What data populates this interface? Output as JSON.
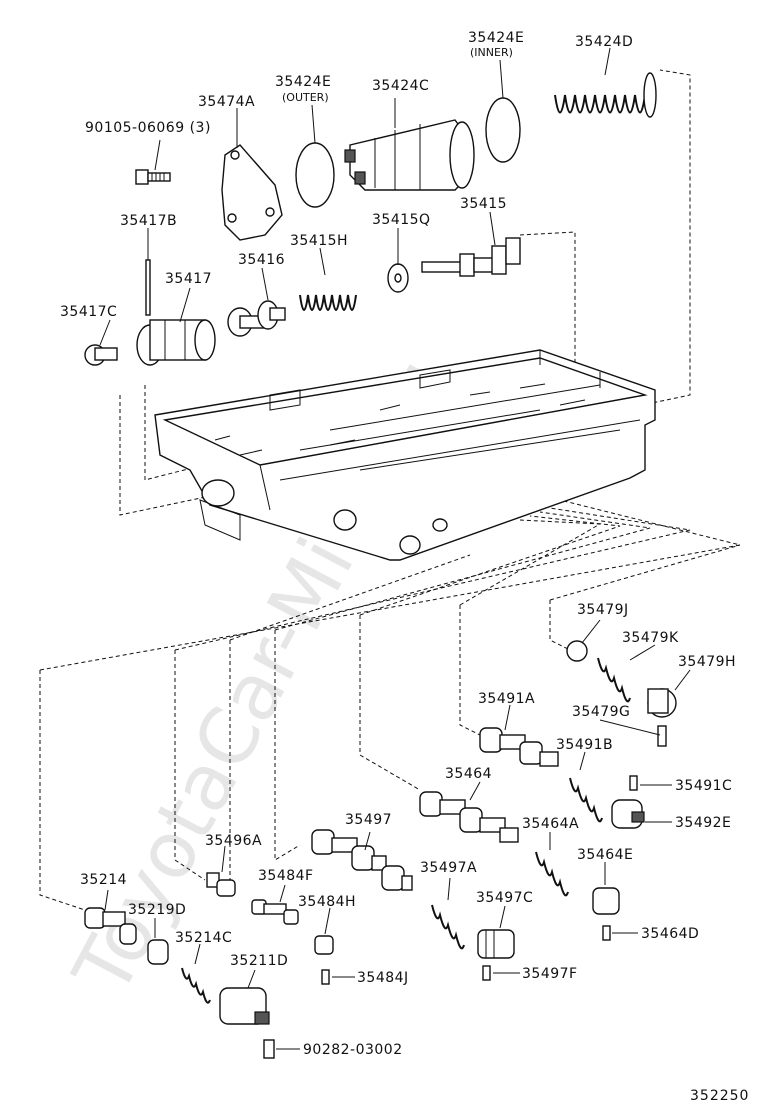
{
  "watermark": "ToyotaCar-Mine.ru",
  "diagram_ref": "352250",
  "parts": {
    "p90105": "90105-06069 (3)",
    "p35474A": "35474A",
    "p35424E_outer": "35424E",
    "p35424E_outer_note": "(OUTER)",
    "p35424C": "35424C",
    "p35424E_inner": "35424E",
    "p35424E_inner_note": "(INNER)",
    "p35424D": "35424D",
    "p35417B": "35417B",
    "p35417": "35417",
    "p35416": "35416",
    "p35415H": "35415H",
    "p35415Q": "35415Q",
    "p35415": "35415",
    "p35417C": "35417C",
    "p35479J": "35479J",
    "p35479K": "35479K",
    "p35479H": "35479H",
    "p35479G": "35479G",
    "p35491A": "35491A",
    "p35491B": "35491B",
    "p35491C": "35491C",
    "p35492E": "35492E",
    "p35464": "35464",
    "p35464A": "35464A",
    "p35464E": "35464E",
    "p35464D": "35464D",
    "p35497": "35497",
    "p35497A": "35497A",
    "p35497C": "35497C",
    "p35497F": "35497F",
    "p35496A": "35496A",
    "p35484F": "35484F",
    "p35484H": "35484H",
    "p35484J": "35484J",
    "p35214": "35214",
    "p35219D": "35219D",
    "p35214C": "35214C",
    "p35211D": "35211D",
    "p90282": "90282-03002"
  }
}
